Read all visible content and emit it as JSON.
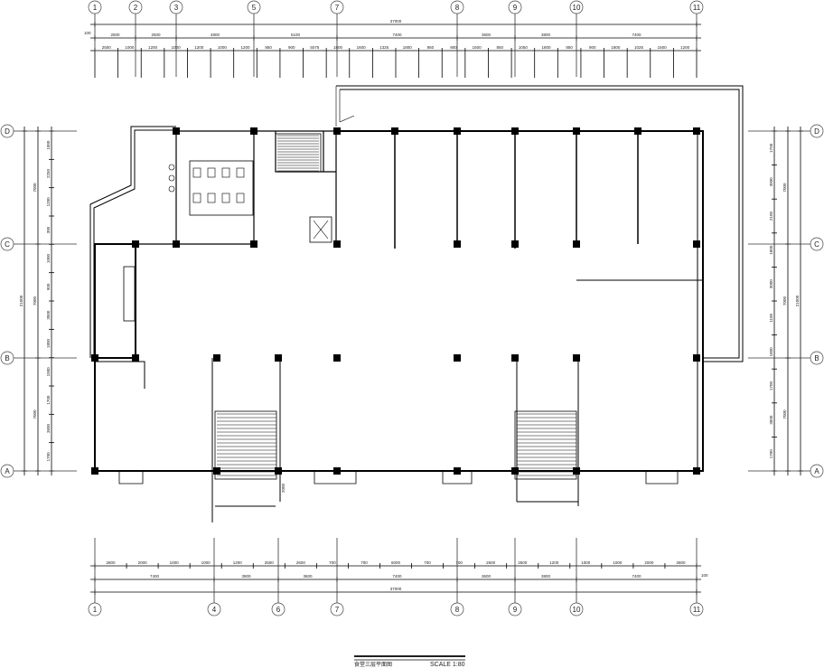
{
  "drawing": {
    "title": "食堂三层平面图",
    "scale": "SCALE 1:80"
  },
  "axes": {
    "top": [
      "1",
      "2",
      "3",
      "5",
      "7",
      "8",
      "9",
      "10",
      "11"
    ],
    "bottom": [
      "1",
      "4",
      "6",
      "7",
      "8",
      "9",
      "10",
      "11"
    ],
    "rows": [
      "D",
      "C",
      "B",
      "A"
    ]
  },
  "dimensions": {
    "top_total": "37000",
    "top_axis": [
      "2500",
      "2500",
      "4800",
      "5100",
      "7400",
      "3600",
      "3800",
      "7400"
    ],
    "top_detail": [
      "2500",
      "1000",
      "1200",
      "1000",
      "1200",
      "1000",
      "1200",
      "850",
      "900",
      "5075",
      "1800",
      "1600",
      "1325",
      "1800",
      "950",
      "900",
      "1500",
      "850",
      "1050",
      "1800",
      "850",
      "900",
      "1800",
      "1025",
      "1500",
      "1200"
    ],
    "top_end": "100",
    "bottom_total": "37000",
    "bottom_axis": [
      "7400",
      "3900",
      "3600",
      "7400",
      "3600",
      "3800",
      "7400"
    ],
    "bottom_detail": [
      "2800",
      "2000",
      "1000",
      "1000",
      "1200",
      "2500",
      "2600",
      "700",
      "700",
      "6000",
      "700",
      "700",
      "2600",
      "2500",
      "1200",
      "1000",
      "1000",
      "2000",
      "2800"
    ],
    "bottom_end": "100",
    "left_total": "21000",
    "left_axis": [
      "7000",
      "7000",
      "7000"
    ],
    "left_detail": [
      "1000",
      "2250",
      "1200",
      "300",
      "1000",
      "900",
      "3000",
      "1800",
      "1000",
      "1700",
      "3600",
      "1700"
    ],
    "right_total": "21000",
    "right_axis": [
      "7000",
      "7000",
      "7000"
    ],
    "right_detail": [
      "1700",
      "3000",
      "2100",
      "1800",
      "3000",
      "1100",
      "1800",
      "1700",
      "3600",
      "1700"
    ],
    "stair_note": "2000"
  }
}
